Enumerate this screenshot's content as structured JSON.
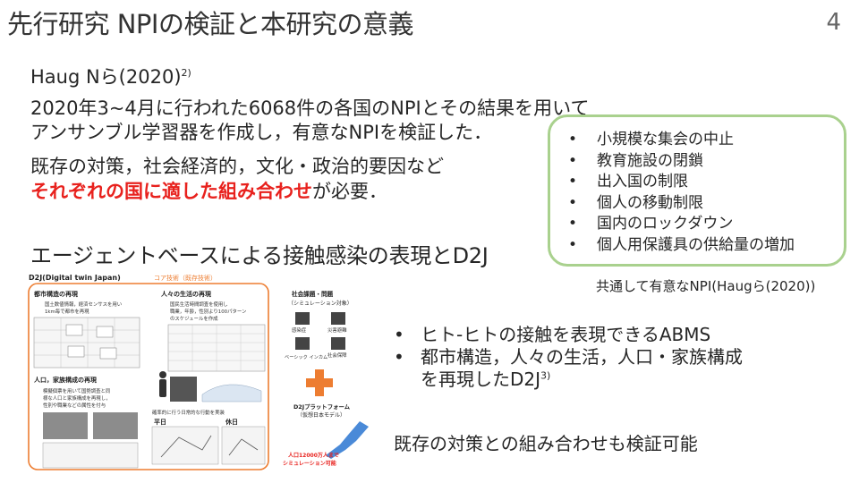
{
  "title": "先行研究 NPIの検証と本研究の意義",
  "page_number": "4",
  "citation": {
    "text": "Haug Nら(2020)",
    "ref": "2)"
  },
  "summary_lines": [
    "2020年3~4月に行われた6068件の各国のNPIとその結果を用いて",
    "アンサンブル学習器を作成し，有意なNPIを検証した．"
  ],
  "strategy": {
    "line1": "既存の対策，社会経済的，文化・政治的要因など",
    "highlight": "それぞれの国に適した組み合わせ",
    "suffix": "が必要．"
  },
  "abm_heading": "エージェントベースによる接触感染の表現とD2J",
  "npi_box": {
    "items": [
      "小規模な集会の中止",
      "教育施設の閉鎖",
      "出入国の制限",
      "個人の移動制限",
      "国内のロックダウン",
      "個人用保護具の供給量の増加"
    ],
    "caption": "共通して有意なNPI(Haugら(2020))"
  },
  "d2j_bullets": [
    "ヒト-ヒトの接触を表現できるABMS",
    "都市構造，人々の生活，人口・家族構成",
    "を再現したD2J"
  ],
  "d2j_ref": "3)",
  "conclusion": "既存の対策との組み合わせも検証可能",
  "figure": {
    "title": "D2J(Digital twin Japan)",
    "core_tech": "コア技術（既存技術）",
    "city_heading": "都市構造の再現",
    "city_desc": [
      "国土数値情報，経済センサスを用い",
      "1km毎で都市を再現"
    ],
    "life_heading": "人々の生活の再現",
    "life_desc": [
      "国民生活時間調査を使用し",
      "職業，年齢，性別より100パターン",
      "のスケジュールを作成"
    ],
    "pop_heading": "人口，家族構成の再現",
    "pop_desc": [
      "模擬個票を用いて国勢調査と同",
      "様な人口と家族構成を再現し，",
      "性別や職業などの属性を付与"
    ],
    "daily_label": "確率的に行う日常的な行動を実装",
    "weekday": "平日",
    "holiday": "休日",
    "issues_heading": "社会課題・問題",
    "issues_sub": "（シミュレーション対象）",
    "issue_labels": [
      "感染症",
      "災害避難",
      "ベーシック インカム",
      "社会保障"
    ],
    "platform": "D2Jプラットフォーム",
    "platform_sub": "（仮想日本モデル）",
    "population_note": "人口12000万人まで",
    "population_note2": "シミュレーション可能"
  },
  "colors": {
    "accent_red": "#e8211d",
    "box_green": "#a9d18e",
    "figure_orange": "#ed7d31"
  }
}
